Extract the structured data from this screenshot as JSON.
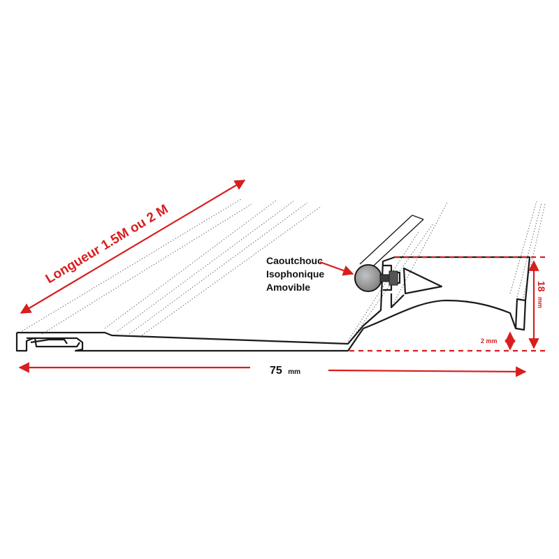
{
  "labels": {
    "length": "Longueur 1.5M ou 2 M",
    "seal_line1": "Caoutchouc",
    "seal_line2": "Isophonique",
    "seal_line3": "Amovible",
    "width_value": "75",
    "width_unit": "mm",
    "height_value": "18",
    "height_unit": "mm",
    "small_height": "2 mm"
  },
  "colors": {
    "annotation": "#d81e1e",
    "outline": "#1a1a1a",
    "seal": "#9a9a9a"
  }
}
